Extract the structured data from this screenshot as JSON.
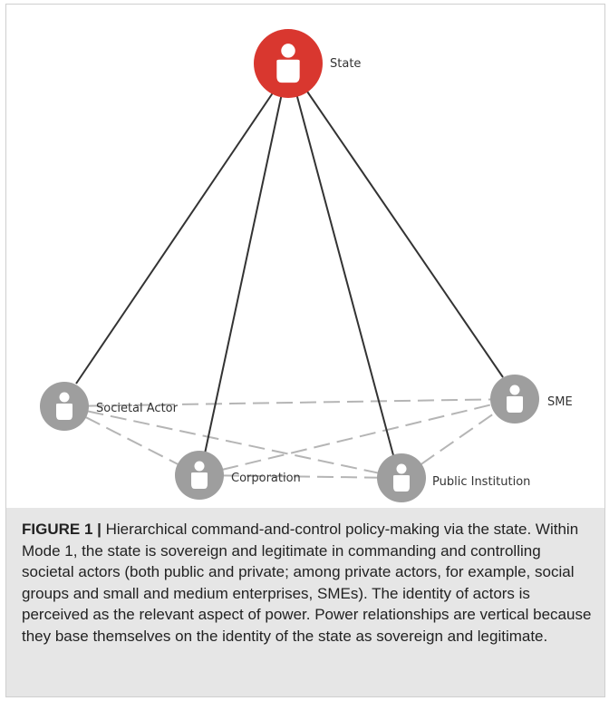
{
  "diagram": {
    "nodes": [
      {
        "id": "state",
        "label": "State",
        "color": "#d9372f",
        "icon": "person-icon"
      },
      {
        "id": "societal",
        "label": "Societal Actor",
        "color": "#9e9e9e",
        "icon": "person-icon"
      },
      {
        "id": "corporation",
        "label": "Corporation",
        "color": "#9e9e9e",
        "icon": "person-icon"
      },
      {
        "id": "public",
        "label": "Public Institution",
        "color": "#9e9e9e",
        "icon": "person-icon"
      },
      {
        "id": "sme",
        "label": "SME",
        "color": "#9e9e9e",
        "icon": "person-icon"
      }
    ],
    "solid_edges": [
      [
        "state",
        "societal"
      ],
      [
        "state",
        "corporation"
      ],
      [
        "state",
        "public"
      ],
      [
        "state",
        "sme"
      ]
    ],
    "dashed_edges": [
      [
        "societal",
        "sme"
      ],
      [
        "societal",
        "corporation"
      ],
      [
        "societal",
        "public"
      ],
      [
        "corporation",
        "public"
      ],
      [
        "corporation",
        "sme"
      ],
      [
        "public",
        "sme"
      ]
    ]
  },
  "caption": {
    "label": "FIGURE 1 |",
    "text": "Hierarchical command-and-control policy-making via the state. Within Mode 1, the state is sovereign and legitimate in commanding and controlling societal actors (both public and private; among private actors, for example, social groups and small and medium enterprises, SMEs). The identity of actors is perceived as the relevant aspect of power. Power relationships are vertical because they base themselves on the identity of the state as sovereign and legitimate."
  }
}
